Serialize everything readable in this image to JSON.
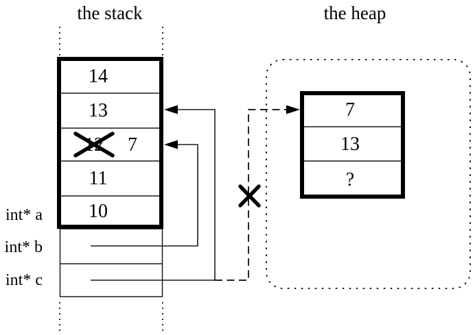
{
  "stack": {
    "title": "the stack",
    "cells": [
      "14",
      "13",
      "12",
      "11",
      "10"
    ],
    "crossed_out_value": "12",
    "replacement_value": "7",
    "pointers": {
      "a": "int* a",
      "b": "int* b",
      "c": "int* c"
    }
  },
  "heap": {
    "title": "the heap",
    "cells": [
      "7",
      "13",
      "?"
    ]
  },
  "colors": {
    "background": "#ffffff",
    "line": "#000000"
  }
}
